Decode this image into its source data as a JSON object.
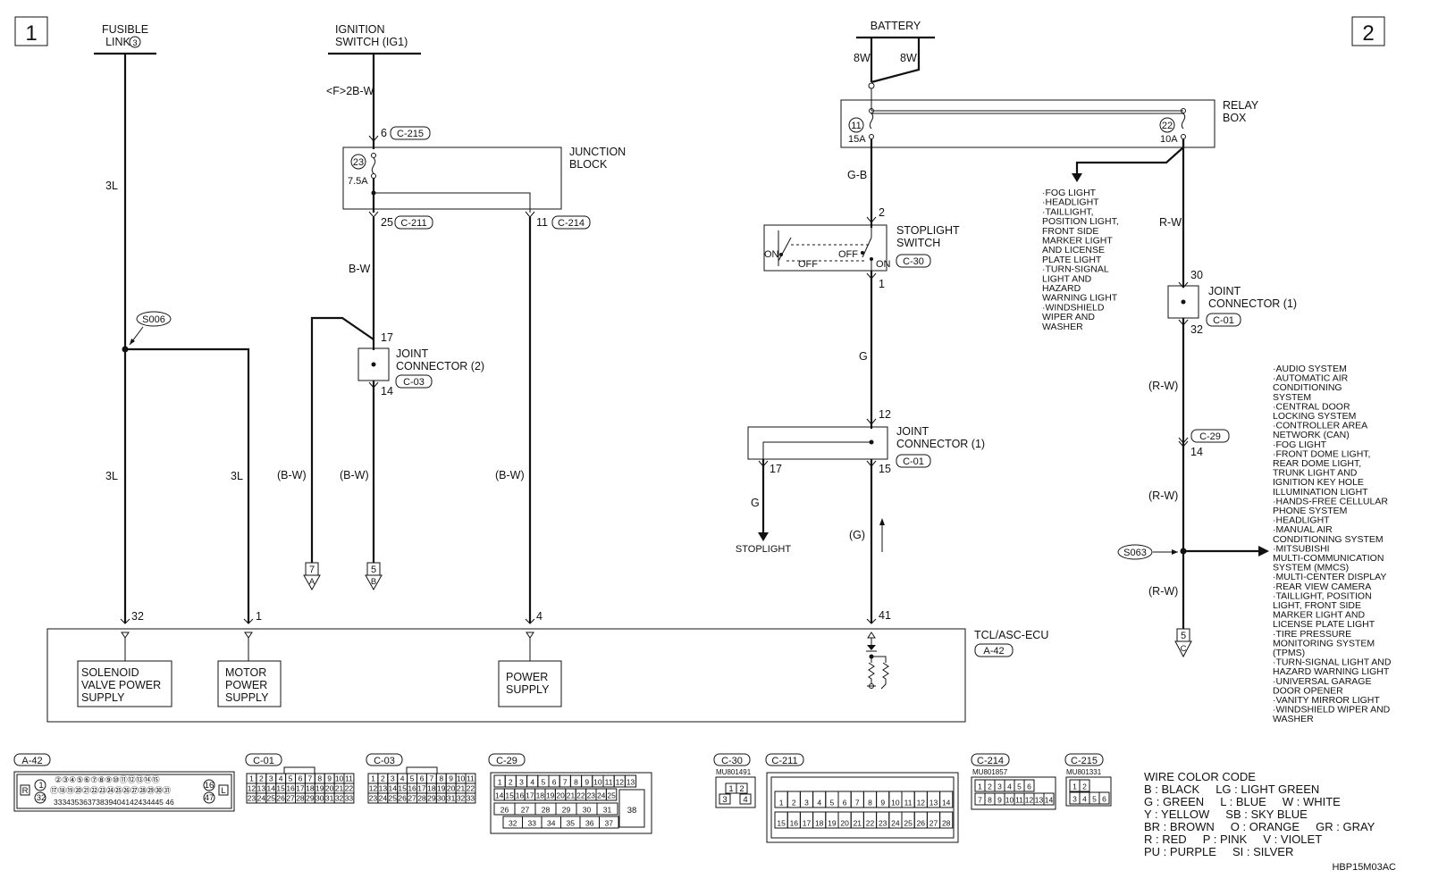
{
  "page_markers": {
    "left": "1",
    "right": "2"
  },
  "sources": {
    "fusible_link": [
      "FUSIBLE",
      "LINK",
      "3"
    ],
    "ignition_switch": [
      "IGNITION",
      "SWITCH (IG1)"
    ],
    "battery": "BATTERY",
    "battery_wires": [
      "8W",
      "8W"
    ]
  },
  "wires": {
    "fusible_3l_top": "3L",
    "fusible_3l_left": "3L",
    "fusible_3l_right": "3L",
    "ig_2bw": "<F>2B-W",
    "jb_bw": "B-W",
    "bw_paren_a": "(B-W)",
    "bw_paren_b": "(B-W)",
    "bw_paren_c": "(B-W)",
    "gb": "G-B",
    "g_mid": "G",
    "g_stop": "G",
    "g_paren": "(G)",
    "rw": "R-W",
    "rw_paren_1": "(R-W)",
    "rw_paren_2": "(R-W)",
    "rw_paren_3": "(R-W)"
  },
  "pins": {
    "p6": "6",
    "p25": "25",
    "p11": "11",
    "p17a": "17",
    "p14a": "14",
    "p32a": "32",
    "p1": "1",
    "p4": "4",
    "p41": "41",
    "p2": "2",
    "p1b": "1",
    "p12": "12",
    "p15": "15",
    "p17b": "17",
    "p30": "30",
    "p32b": "32",
    "p14b": "14"
  },
  "connectors": {
    "c215": "C-215",
    "c211": "C-211",
    "c214": "C-214",
    "c03": "C-03",
    "c30": "C-30",
    "c01a": "C-01",
    "c01b": "C-01",
    "c29": "C-29",
    "a42": "A-42"
  },
  "splices": {
    "s006": "S006",
    "s063": "S063"
  },
  "components": {
    "junction_block": [
      "JUNCTION",
      "BLOCK"
    ],
    "fuse23": {
      "num": "23",
      "rating": "7.5A"
    },
    "relay_box": [
      "RELAY",
      "BOX"
    ],
    "fuse11": {
      "num": "11",
      "rating": "15A"
    },
    "fuse22": {
      "num": "22",
      "rating": "10A"
    },
    "stoplight_switch": [
      "STOPLIGHT",
      "SWITCH"
    ],
    "switch_states": {
      "on_l": "ON",
      "off_l": "OFF",
      "off_r": "OFF",
      "on_r": "ON"
    },
    "joint_connector_2": [
      "JOINT",
      "CONNECTOR (2)"
    ],
    "joint_connector_1_mid": [
      "JOINT",
      "CONNECTOR (1)"
    ],
    "joint_connector_1_right": [
      "JOINT",
      "CONNECTOR (1)"
    ],
    "stoplight": "STOPLIGHT",
    "ecu_name": "TCL/ASC-ECU",
    "ecu_boxes": {
      "solenoid": [
        "SOLENOID",
        "VALVE POWER",
        "SUPPLY"
      ],
      "motor": [
        "MOTOR",
        "POWER",
        "SUPPLY"
      ],
      "power": [
        "POWER",
        "SUPPLY"
      ]
    }
  },
  "flags": {
    "f7": {
      "num": "7",
      "letter": "A"
    },
    "f5a": {
      "num": "5",
      "letter": "B"
    },
    "f5b": {
      "num": "5",
      "letter": "C"
    }
  },
  "relay_list": [
    "·FOG LIGHT",
    "·HEADLIGHT",
    "·TAILLIGHT,",
    " POSITION LIGHT,",
    " FRONT SIDE",
    " MARKER LIGHT",
    " AND LICENSE",
    " PLATE LIGHT",
    "·TURN-SIGNAL",
    " LIGHT AND",
    " HAZARD",
    " WARNING LIGHT",
    "·WINDSHIELD",
    " WIPER AND",
    " WASHER"
  ],
  "can_list": [
    "·AUDIO SYSTEM",
    "·AUTOMATIC AIR",
    " CONDITIONING",
    " SYSTEM",
    "·CENTRAL DOOR",
    " LOCKING SYSTEM",
    "·CONTROLLER AREA",
    " NETWORK (CAN)",
    "·FOG LIGHT",
    "·FRONT DOME LIGHT,",
    " REAR DOME LIGHT,",
    " TRUNK LIGHT AND",
    " IGNITION KEY HOLE",
    " ILLUMINATION LIGHT",
    "·HANDS-FREE CELLULAR",
    " PHONE SYSTEM",
    "·HEADLIGHT",
    "·MANUAL AIR",
    " CONDITIONING SYSTEM",
    "·MITSUBISHI",
    " MULTI-COMMUNICATION",
    " SYSTEM (MMCS)",
    "·MULTI-CENTER DISPLAY",
    "·REAR VIEW CAMERA",
    "·TAILLIGHT, POSITION",
    " LIGHT, FRONT SIDE",
    " MARKER LIGHT AND",
    " LICENSE PLATE LIGHT",
    "·TIRE PRESSURE",
    " MONITORING SYSTEM",
    " (TPMS)",
    "·TURN-SIGNAL LIGHT AND",
    " HAZARD WARNING LIGHT",
    "·UNIVERSAL GARAGE",
    " DOOR OPENER",
    "·VANITY MIRROR LIGHT",
    "·WINDSHIELD WIPER AND",
    " WASHER"
  ],
  "connector_faces": {
    "a42": {
      "label": "A-42",
      "row1": "②③④⑤⑥⑦⑧⑨⑩⑪⑫⑬⑭⑮",
      "row2": "⑰⑱⑲⑳㉑㉒㉓㉔㉕㉖㉗㉘㉙㉚㉛",
      "row3": "33343536373839404142434445 46",
      "left": "R",
      "c1": "1",
      "c32": "32",
      "c16": "16",
      "c47": "47",
      "right": "L"
    },
    "c01": {
      "label": "C-01",
      "rows": [
        [
          "1",
          "2",
          "3",
          "4",
          "5",
          "6",
          "7",
          "8",
          "9",
          "10",
          "11"
        ],
        [
          "12",
          "13",
          "14",
          "15",
          "16",
          "17",
          "18",
          "19",
          "20",
          "21",
          "22"
        ],
        [
          "23",
          "24",
          "25",
          "26",
          "27",
          "28",
          "29",
          "30",
          "31",
          "32",
          "33"
        ]
      ]
    },
    "c03": {
      "label": "C-03",
      "rows": [
        [
          "1",
          "2",
          "3",
          "4",
          "5",
          "6",
          "7",
          "8",
          "9",
          "10",
          "11"
        ],
        [
          "12",
          "13",
          "14",
          "15",
          "16",
          "17",
          "18",
          "19",
          "20",
          "21",
          "22"
        ],
        [
          "23",
          "24",
          "25",
          "26",
          "27",
          "28",
          "29",
          "30",
          "31",
          "32",
          "33"
        ]
      ]
    },
    "c29": {
      "label": "C-29",
      "row1": [
        "1",
        "2",
        "3",
        "4",
        "5",
        "6",
        "7",
        "8",
        "9",
        "10",
        "11",
        "12",
        "13"
      ],
      "row2": [
        "14",
        "15",
        "16",
        "17",
        "18",
        "19",
        "20",
        "21",
        "22",
        "23",
        "24",
        "25"
      ],
      "row3": [
        "26",
        "27",
        "28",
        "29",
        "30",
        "31"
      ],
      "row4": [
        "32",
        "33",
        "34",
        "35",
        "36",
        "37"
      ],
      "big": "38"
    },
    "c30": {
      "label": "C-30",
      "part": "MU801491",
      "pins": [
        "1",
        "2",
        "3",
        "4"
      ]
    },
    "c211": {
      "label": "C-211",
      "row1": [
        "1",
        "2",
        "3",
        "4",
        "5",
        "6",
        "7",
        "8",
        "9",
        "10",
        "11",
        "12",
        "13",
        "14"
      ],
      "row2": [
        "15",
        "16",
        "17",
        "18",
        "19",
        "20",
        "21",
        "22",
        "23",
        "24",
        "25",
        "26",
        "27",
        "28"
      ]
    },
    "c214": {
      "label": "C-214",
      "part": "MU801857",
      "row1": [
        "1",
        "2",
        "3",
        "4",
        "5",
        "6"
      ],
      "row2": [
        "7",
        "8",
        "9",
        "10",
        "11",
        "12",
        "13",
        "14"
      ]
    },
    "c215": {
      "label": "C-215",
      "part": "MU801331",
      "row1": [
        "1",
        "2"
      ],
      "row2": [
        "3",
        "4",
        "5",
        "6"
      ]
    }
  },
  "wire_color_code": {
    "title": "WIRE COLOR CODE",
    "lines": [
      "B : BLACK     LG : LIGHT GREEN",
      "G : GREEN     L : BLUE     W : WHITE",
      "Y : YELLOW     SB : SKY BLUE",
      "BR : BROWN     O : ORANGE     GR : GRAY",
      "R : RED     P : PINK     V : VIOLET",
      "PU : PURPLE     SI : SILVER"
    ]
  },
  "diagram_code": "HBP15M03AC"
}
